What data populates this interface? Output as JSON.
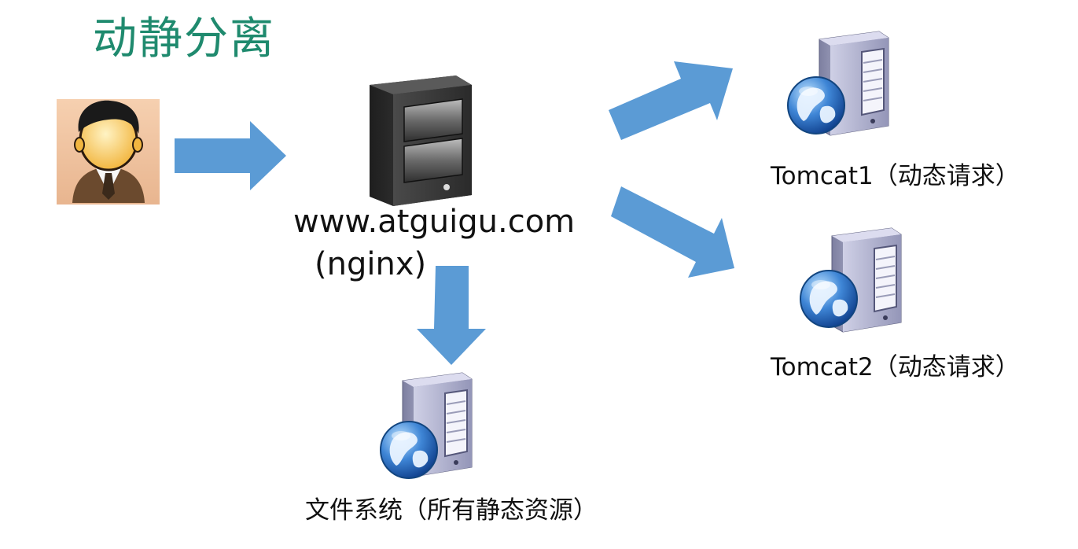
{
  "title": "动静分离",
  "nginx": {
    "host": "www.atguigu.com",
    "name": "(nginx)"
  },
  "tomcat1": {
    "label": "Tomcat1（动态请求）"
  },
  "tomcat2": {
    "label": "Tomcat2（动态请求）"
  },
  "filesystem": {
    "label": "文件系统（所有静态资源）"
  },
  "colors": {
    "arrow": "#5b9bd5",
    "title": "#1f8a6e"
  },
  "icons": [
    "user-avatar-icon",
    "nginx-server-icon",
    "tomcat-server-icon",
    "globe-icon"
  ]
}
